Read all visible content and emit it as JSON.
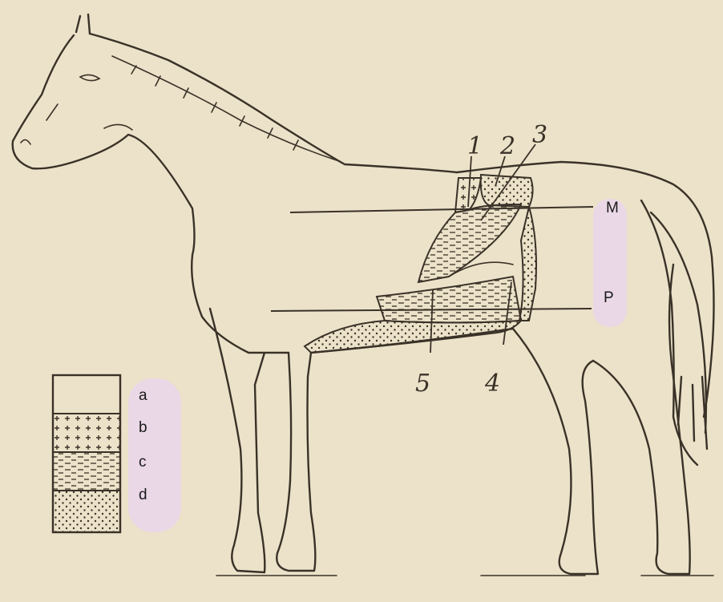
{
  "section_numbers": [
    "1",
    "2",
    "3",
    "4",
    "5"
  ],
  "level_labels": {
    "upper": "M",
    "lower": "P"
  },
  "legend": [
    {
      "key": "a",
      "pattern": "plain"
    },
    {
      "key": "b",
      "pattern": "crosses"
    },
    {
      "key": "c",
      "pattern": "dashes"
    },
    {
      "key": "d",
      "pattern": "dots"
    }
  ],
  "colors": {
    "paper": "#ece2c9",
    "ink": "#3a3228",
    "highlight": "#ead8e6"
  }
}
